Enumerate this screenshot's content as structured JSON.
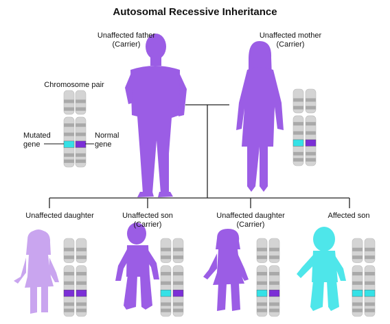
{
  "title": "Autosomal Recessive Inheritance",
  "father": {
    "label": "Unaffected father",
    "sub": "(Carrier)"
  },
  "mother": {
    "label": "Unaffected mother",
    "sub": "(Carrier)"
  },
  "legend": {
    "chromosome_pair": "Chromosome pair",
    "mutated_gene": [
      "Mutated",
      "gene"
    ],
    "normal_gene": [
      "Normal",
      "gene"
    ]
  },
  "children": [
    {
      "label": "Unaffected daughter",
      "sub": "",
      "genes": [
        "normal",
        "normal"
      ]
    },
    {
      "label": "Unaffected son",
      "sub": "(Carrier)",
      "genes": [
        "mutated",
        "normal"
      ]
    },
    {
      "label": "Unaffected daughter",
      "sub": "(Carrier)",
      "genes": [
        "mutated",
        "normal"
      ]
    },
    {
      "label": "Affected son",
      "sub": "",
      "genes": [
        "mutated",
        "mutated"
      ]
    }
  ],
  "colors": {
    "unaffected": "#9b5de5",
    "unaffected_light": "#c9a5ef",
    "affected": "#4ee6ea",
    "mutated_gene": "#35e1e6",
    "normal_gene": "#7b2fd6",
    "chromosome": "#d4d4d4",
    "chromosome_band": "#a9a9a9",
    "line": "#222222"
  }
}
